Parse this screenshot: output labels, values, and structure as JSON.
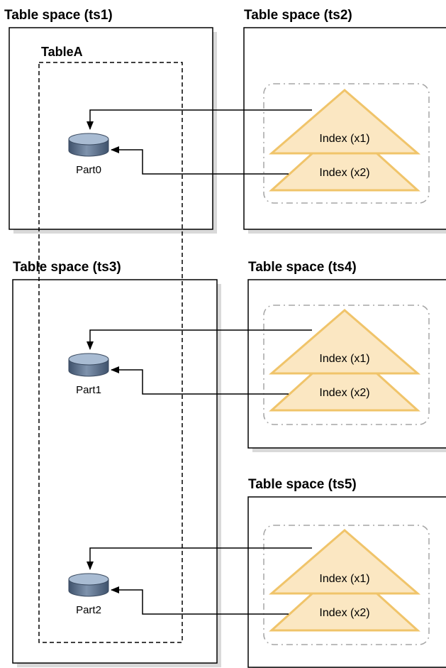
{
  "table_spaces": [
    {
      "label": "Table space (ts1)"
    },
    {
      "label": "Table space (ts2)"
    },
    {
      "label": "Table space (ts3)"
    },
    {
      "label": "Table space (ts4)"
    },
    {
      "label": "Table space (ts5)"
    }
  ],
  "table": {
    "label": "TableA"
  },
  "partitions": [
    {
      "label": "Part0"
    },
    {
      "label": "Part1"
    },
    {
      "label": "Part2"
    }
  ],
  "index_groups": [
    {
      "index_x1": "Index (x1)",
      "index_x2": "Index (x2)"
    },
    {
      "index_x1": "Index (x1)",
      "index_x2": "Index (x2)"
    },
    {
      "index_x1": "Index (x1)",
      "index_x2": "Index (x2)"
    }
  ],
  "colors": {
    "triangle_fill": "#fbe7c2",
    "triangle_stroke": "#f0c46a",
    "disk_top": "#9fb3cc",
    "disk_body": "#5d7290",
    "shadow": "#d9d9d9",
    "dash_gray": "#a6a6a6"
  }
}
